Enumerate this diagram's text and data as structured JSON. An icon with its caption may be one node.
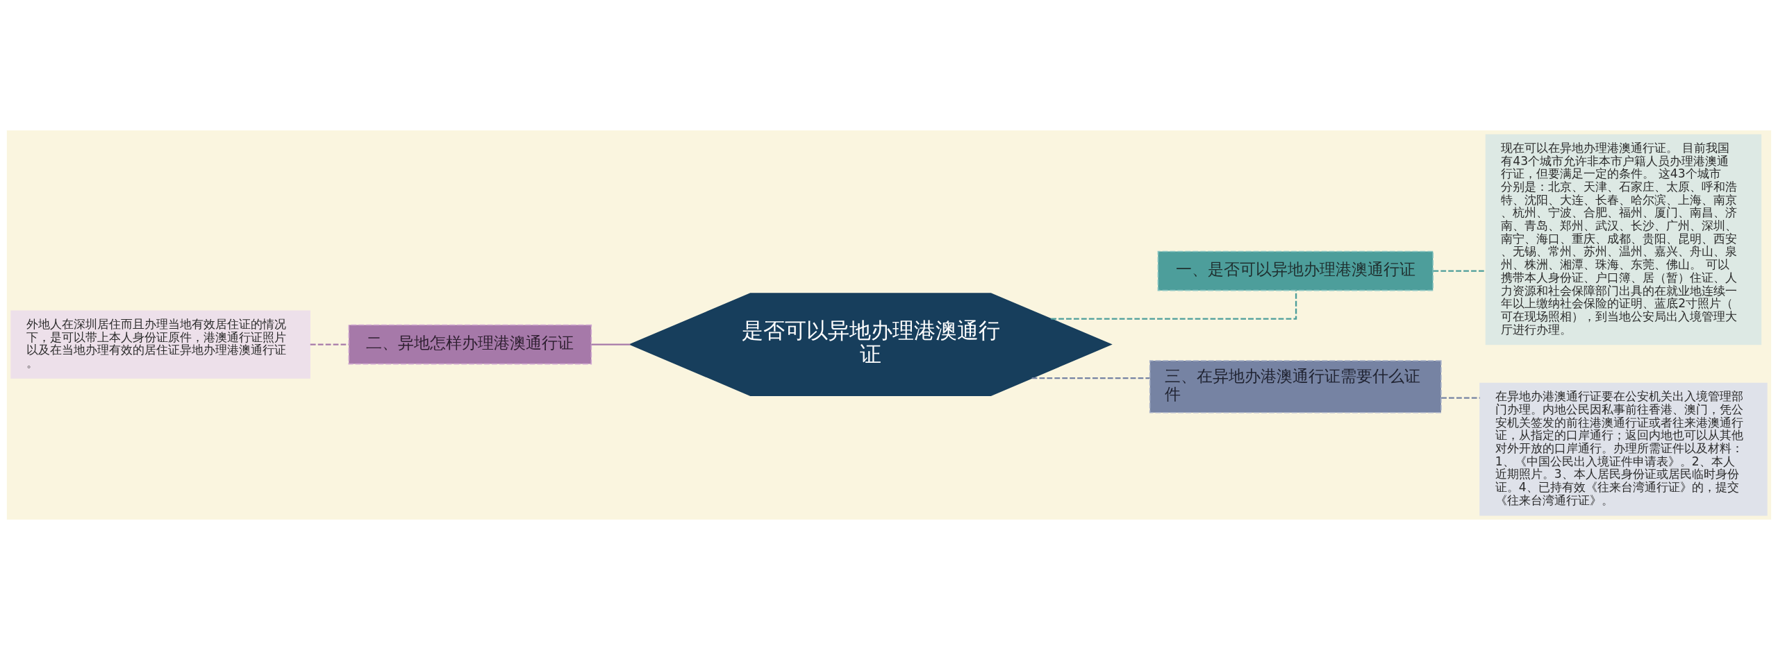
{
  "diagram": {
    "nodes": [
      {
        "text": [
          "是否可以异地办理港澳通行证"
        ]
      },
      {
        "text": [
          "一、是否可以异地办理港澳通行证"
        ]
      },
      {
        "text": [
          "现在可以在异地办理港澳通行证。 目前我国有43个城市允许非本市户籍人员办理港澳通行证，但要满足一定的条件。 这43个城市分别是：北京、天津、石家庄、太原、呼和浩特、沈阳、大连、长春、哈尔滨、上海、南京、杭州、宁波、合肥、福州、厦门、南昌、济南、青岛、郑州、武汉、长沙、广州、深圳、南宁、海口、重庆、成都、贵阳、昆明、西安、无锡、常州、苏州、温州、嘉兴、舟山、泉州、株洲、湘潭、珠海、东莞、佛山。 可以携带本人身份证、户口簿、居（暂）住证、人力资源和社会保障部门出具的在就业地连续一年以上缴纳社会保险的证明、蓝底2寸照片（可在现场照相），到当地公安局出入境管理大厅进行办理。"
        ]
      },
      {
        "text": [
          "二、异地怎样办理港澳通行证"
        ]
      },
      {
        "text": [
          "外地人在深圳居住而且办理当地有效居住证的情况下，是可以带上本人身份证原件，港澳通行证照片以及在当地办理有效的居住证异地办理港澳通行证。"
        ]
      },
      {
        "text": [
          "三、在异地办港澳通行证需要什么证件"
        ]
      },
      {
        "text": [
          "在异地办港澳通行证要在公安机关出入境管理部门办理。内地公民因私事前往香港、澳门，凭公安机关签发的前往港澳通行证或者往来港澳通行证，从指定的口岸通行；返回内地也可以从其他对外开放的口岸通行。办理所需证件以及材料：1、《中国公民出入境证件申请表》。2、本人近期照片。3、本人居民身份证或居民临时身份证。4、已持有效《往来台湾通行证》的，提交《往来台湾通行证》。"
        ]
      }
    ],
    "edges": [
      {
        "from": 0,
        "to": 1,
        "arrow": "none",
        "style": "dashed",
        "color": "#4d9e9b"
      },
      {
        "from": 1,
        "to": 2,
        "arrow": "none",
        "style": "dashed",
        "color": "#4d9e9b"
      },
      {
        "from": 3,
        "to": 0,
        "arrow": "none",
        "color": "#a679a9"
      },
      {
        "from": 4,
        "to": 3,
        "arrow": "none",
        "style": "dashed",
        "color": "#a679a9"
      },
      {
        "from": 0,
        "to": 5,
        "arrow": "none",
        "style": "dashed",
        "color": "#7683a3"
      },
      {
        "from": 5,
        "to": 6,
        "arrow": "none",
        "style": "dashed",
        "color": "#7683a3"
      }
    ]
  }
}
